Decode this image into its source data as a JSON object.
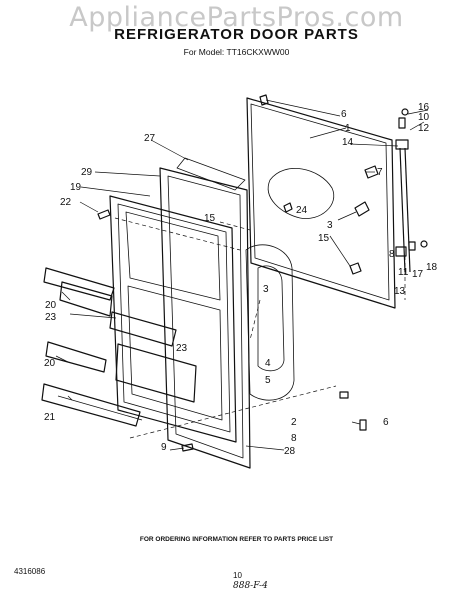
{
  "watermark": "AppliancePartsPros.com",
  "title": "REFRIGERATOR DOOR PARTS",
  "subtitle": "For Model: TT16CKXWW00",
  "footer_note": "FOR ORDERING INFORMATION REFER TO PARTS PRICE LIST",
  "doc_number": "4316086",
  "page_number": "10",
  "handwritten": "888-F-4",
  "callouts": [
    "16",
    "10",
    "12",
    "6",
    "1",
    "14",
    "27",
    "7",
    "29",
    "19",
    "24",
    "22",
    "15",
    "3",
    "15",
    "8",
    "11",
    "17",
    "18",
    "13",
    "3",
    "20",
    "23",
    "4",
    "23",
    "5",
    "20",
    "21",
    "2",
    "8",
    "6",
    "9",
    "28"
  ]
}
